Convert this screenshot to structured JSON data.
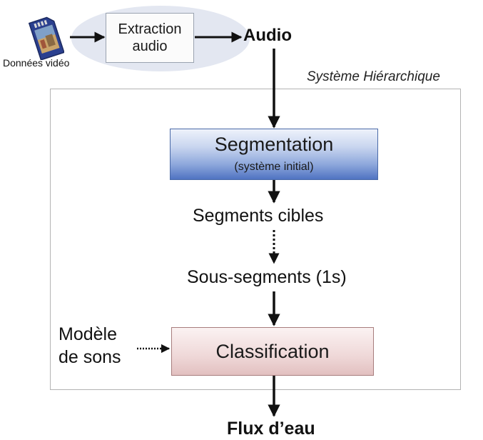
{
  "input": {
    "label": "Données vidéo",
    "icon": "sd-card-icon"
  },
  "extraction": {
    "label": "Extraction\naudio"
  },
  "audio": {
    "label": "Audio"
  },
  "system": {
    "label": "Système Hiérarchique"
  },
  "segmentation": {
    "title": "Segmentation",
    "subtitle": "(système initial)"
  },
  "segments": {
    "label": "Segments cibles"
  },
  "subsegments": {
    "label": "Sous-segments (1s)"
  },
  "model": {
    "label": "Modèle\nde sons"
  },
  "classification": {
    "label": "Classification"
  },
  "output": {
    "label": "Flux d’eau"
  },
  "colors": {
    "segmentation_fill": "#4f73c2",
    "classification_fill": "#e2c0c0",
    "ellipse_fill": "#e3e7f1",
    "arrow": "#111111"
  }
}
